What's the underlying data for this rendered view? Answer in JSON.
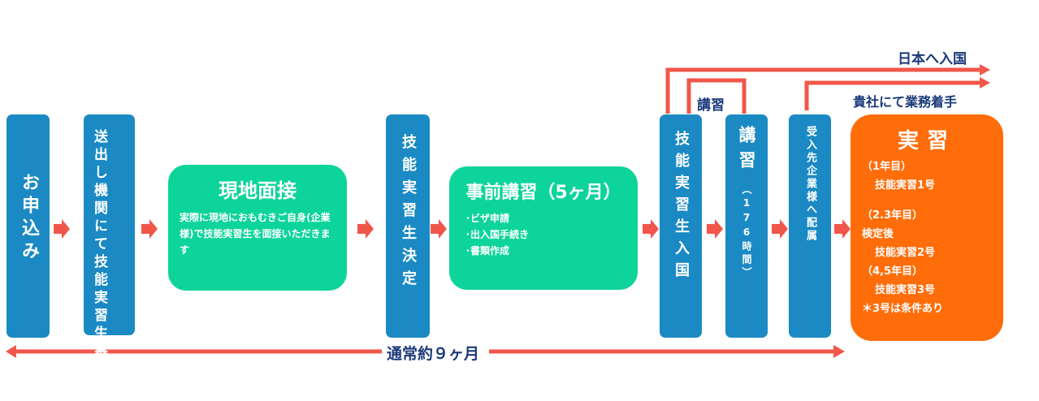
{
  "steps": {
    "apply": "お申込み",
    "recruit": "送出し機関にて技能実習生募集",
    "interview_title": "現地面接",
    "interview_body": "実際に現地におもむきご自身(企業様)で技能実習生を面接いただきます",
    "decide": "技能実習生決定",
    "prelecture_title": "事前講習（5ヶ月）",
    "prelecture_items": [
      "･ビザ申請",
      "･出入国手続き",
      "･書類作成"
    ],
    "entry": "技能実習生入国",
    "lecture_main": "講習",
    "lecture_hours": "（176時間）",
    "assign": "受入先企業様へ配属",
    "practice_title": "実習",
    "practice_lines": [
      "（1年目）",
      "技能実習1号",
      "（2.3年目）",
      "検定後",
      "技能実習2号",
      "（4,5年目）",
      "技能実習3号",
      "＊3号は条件あり"
    ]
  },
  "labels": {
    "enter_japan": "日本へ入国",
    "lecture": "講習",
    "work_start": "貴社にて業務着手",
    "duration": "通常約９ヶ月"
  },
  "colors": {
    "blue": "#1b8ac4",
    "green": "#0dd49a",
    "orange": "#ff6d0a",
    "arrow": "#f0574a",
    "navy": "#1b3a7a"
  }
}
